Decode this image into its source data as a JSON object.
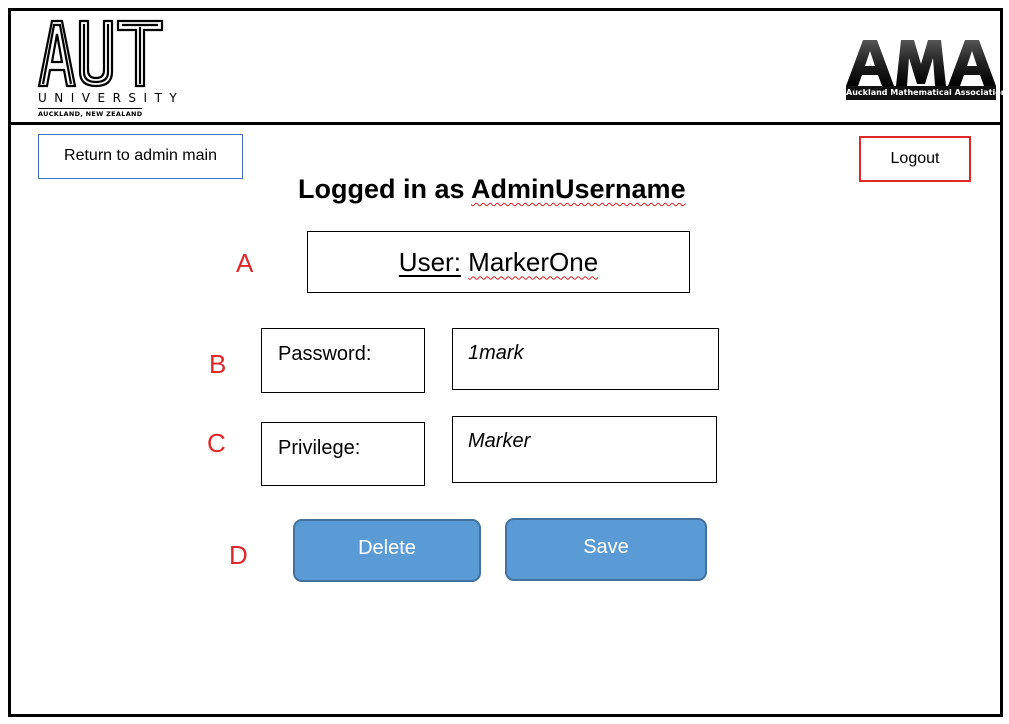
{
  "header": {
    "aut_logo": {
      "letters": "AUT",
      "university": "UNIVERSITY",
      "location": "AUCKLAND, NEW ZEALAND"
    },
    "ama_logo": {
      "letters": "AMA",
      "subtitle": "Auckland Mathematical Association"
    }
  },
  "nav": {
    "return_label": "Return to admin main",
    "logout_label": "Logout"
  },
  "page_title": {
    "prefix": "Logged in as ",
    "username": "AdminUsername"
  },
  "markers": {
    "a": "A",
    "b": "B",
    "c": "C",
    "d": "D"
  },
  "user": {
    "prefix": "User:",
    "name": "MarkerOne"
  },
  "password": {
    "label": "Password:",
    "value": "1mark"
  },
  "privilege": {
    "label": "Privilege:",
    "value": "Marker"
  },
  "actions": {
    "delete_label": "Delete",
    "save_label": "Save"
  },
  "colors": {
    "accent_blue": "#5b9bd5",
    "marker_red": "#e0282b",
    "return_border": "#4472c4"
  }
}
